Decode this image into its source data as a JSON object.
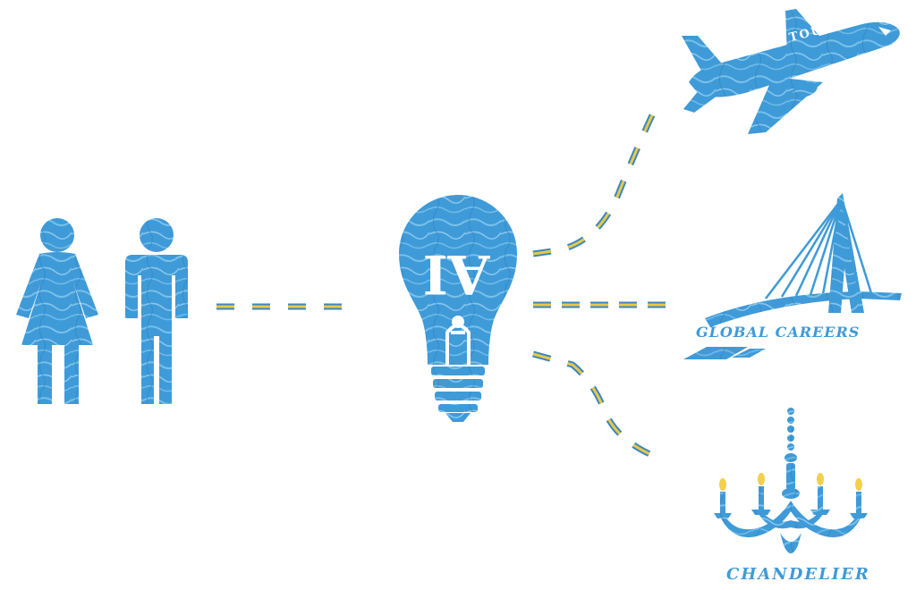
{
  "labels": {
    "airline": "RW TOURS",
    "bridge": "GLOBAL CAREERS",
    "chandelier": "CHANDELIER",
    "bulb": "AI"
  },
  "colors": {
    "primary": "#3f9ad8",
    "primary_light": "#8fd0f2",
    "connector_fill": "#e8c84a",
    "connector_outline": "#3a86bf",
    "candle_flame": "#f2d04b"
  },
  "icons": {
    "people": "man-woman-icon",
    "idea": "lightbulb-icon",
    "airplane": "airplane-icon",
    "bridge": "bridge-icon",
    "chandelier": "chandelier-icon"
  }
}
